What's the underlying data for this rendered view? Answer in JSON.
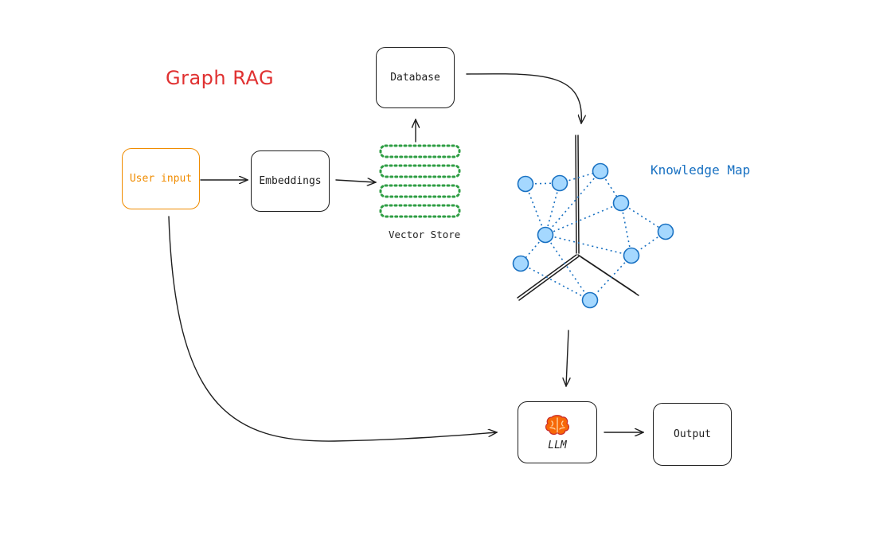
{
  "title": "Graph RAG",
  "nodes": {
    "user_input": "User input",
    "embeddings": "Embeddings",
    "database": "Database",
    "vector_store": "Vector Store",
    "knowledge_map": "Knowledge Map",
    "llm": "LLM",
    "output": "Output"
  },
  "icons": {
    "llm": "brain-icon"
  },
  "colors": {
    "title": "#e03131",
    "user_input": "#f08c00",
    "vector_store": "#2f9e44",
    "knowledge_map": "#1971c2",
    "graph_node_fill": "#a5d8ff",
    "stroke": "#1e1e1e"
  }
}
